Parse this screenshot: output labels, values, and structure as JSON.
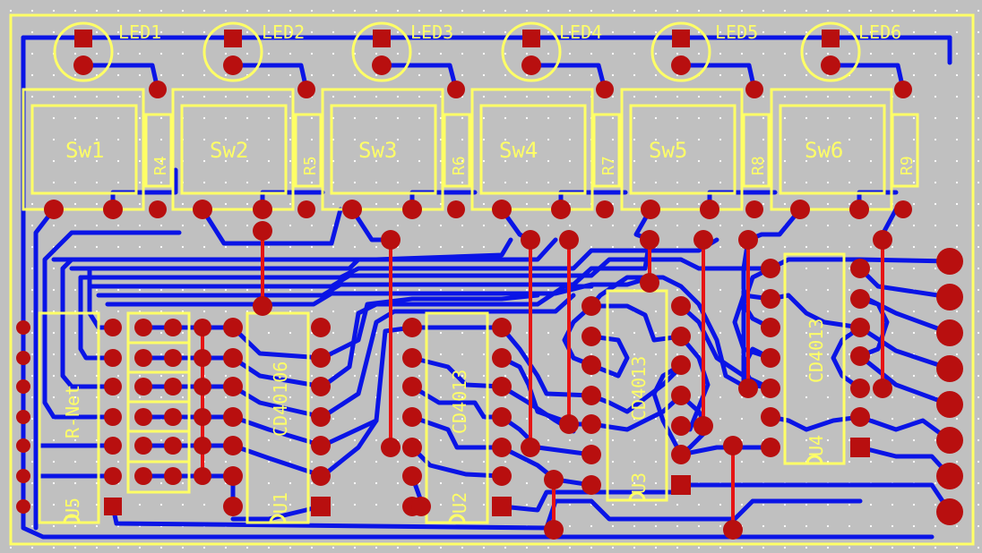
{
  "colors": {
    "background": "#c0c0c0",
    "grid_dot": "#ffffff",
    "outline": "#ffff66",
    "trace_bottom": "#0a14e6",
    "trace_top": "#e61414",
    "pad": "#b80f0f"
  },
  "labels": {
    "leds": [
      "LED1",
      "LED2",
      "LED3",
      "LED4",
      "LED5",
      "LED6"
    ],
    "switches": [
      "Sw1",
      "Sw2",
      "Sw3",
      "Sw4",
      "Sw5",
      "Sw6"
    ],
    "resistors": [
      "R4",
      "R5",
      "R6",
      "R7",
      "R8",
      "R9"
    ],
    "rnet": "R-Net",
    "u5": "U5",
    "u1": "U1",
    "u1_part": "CD40106",
    "u2": "U2",
    "u2_part": "CD4013",
    "u3": "U3",
    "u3_part": "CD4013",
    "u4": "U4",
    "u4_part": "CD4013"
  }
}
